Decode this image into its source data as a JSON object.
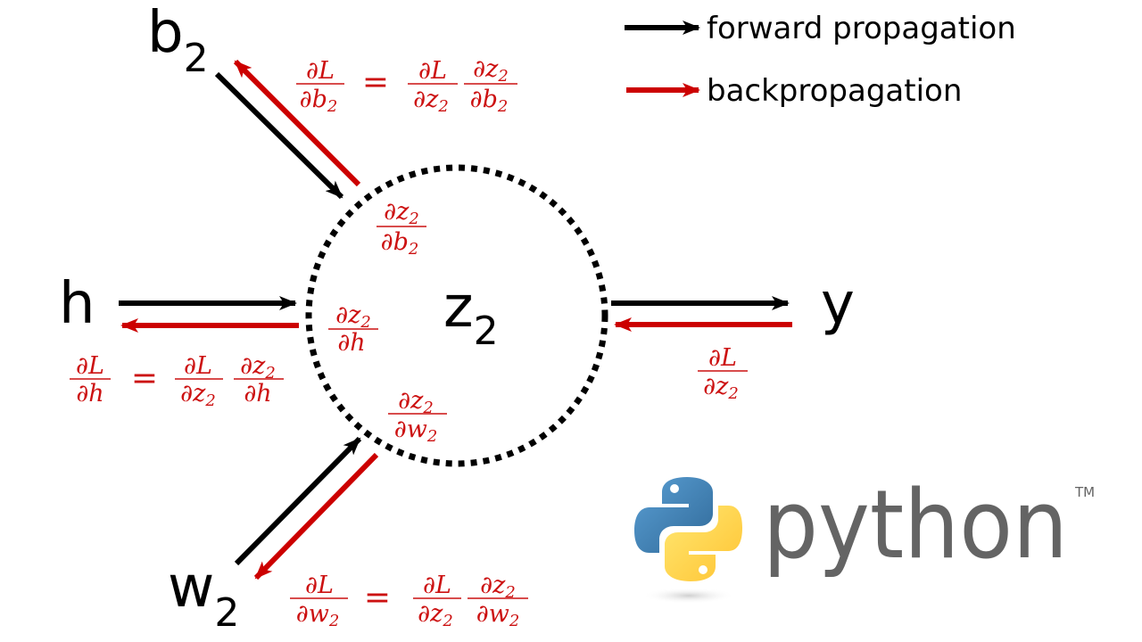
{
  "colors": {
    "forward": "#000000",
    "backward": "#cc0000",
    "math": "#cc1111",
    "python_blue": "#3a74b0",
    "python_yellow": "#fdd33f",
    "python_text": "#646464"
  },
  "legend": {
    "items": [
      {
        "label": "forward propagation",
        "color": "forward"
      },
      {
        "label": "backpropagation",
        "color": "backward"
      }
    ]
  },
  "node": {
    "label": "z",
    "subscript": "2",
    "border": "dotted-circle"
  },
  "inputs": {
    "b2": {
      "label": "b",
      "subscript": "2",
      "local_gradient": {
        "num": "∂z",
        "num_sub": "2",
        "den": "∂b",
        "den_sub": "2"
      },
      "chain_rule": {
        "lhs": {
          "num": "∂L",
          "num_sub": "",
          "den": "∂b",
          "den_sub": "2"
        },
        "eq": "=",
        "rhs1": {
          "num": "∂L",
          "num_sub": "",
          "den": "∂z",
          "den_sub": "2"
        },
        "rhs2": {
          "num": "∂z",
          "num_sub": "2",
          "den": "∂b",
          "den_sub": "2"
        }
      }
    },
    "h": {
      "label": "h",
      "subscript": "",
      "local_gradient": {
        "num": "∂z",
        "num_sub": "2",
        "den": "∂h",
        "den_sub": ""
      },
      "chain_rule": {
        "lhs": {
          "num": "∂L",
          "num_sub": "",
          "den": "∂h",
          "den_sub": ""
        },
        "eq": "=",
        "rhs1": {
          "num": "∂L",
          "num_sub": "",
          "den": "∂z",
          "den_sub": "2"
        },
        "rhs2": {
          "num": "∂z",
          "num_sub": "2",
          "den": "∂h",
          "den_sub": ""
        }
      }
    },
    "w2": {
      "label": "w",
      "subscript": "2",
      "local_gradient": {
        "num": "∂z",
        "num_sub": "2",
        "den": "∂w",
        "den_sub": "2"
      },
      "chain_rule": {
        "lhs": {
          "num": "∂L",
          "num_sub": "",
          "den": "∂w",
          "den_sub": "2"
        },
        "eq": "=",
        "rhs1": {
          "num": "∂L",
          "num_sub": "",
          "den": "∂z",
          "den_sub": "2"
        },
        "rhs2": {
          "num": "∂z",
          "num_sub": "2",
          "den": "∂w",
          "den_sub": "2"
        }
      }
    }
  },
  "output": {
    "label": "y",
    "upstream_gradient": {
      "num": "∂L",
      "num_sub": "",
      "den": "∂z",
      "den_sub": "2"
    }
  },
  "logo": {
    "wordmark": "python",
    "trademark": "TM"
  }
}
